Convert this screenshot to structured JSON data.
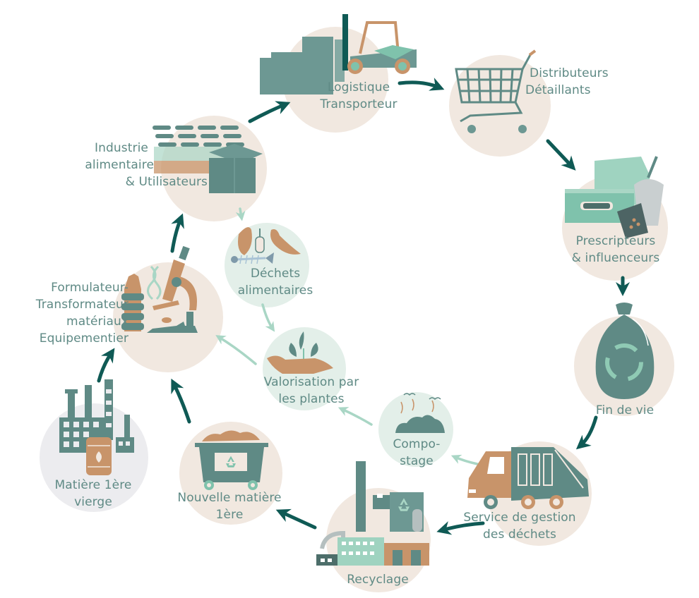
{
  "title": "Cycle de vie des emballages alimentaires",
  "colors": {
    "teal_dark": "#0f5a55",
    "teal": "#5f8a85",
    "mint": "#7fc2ac",
    "mint_light": "#a9d6c5",
    "tan": "#c8946a",
    "beige_circle": "#f1e8e0",
    "mint_circle": "#e3efe9",
    "grey_circle": "#ececef",
    "text": "#5f8a85"
  },
  "nodes": [
    {
      "id": "logistique",
      "icon": "forklift-boxes-icon",
      "lines": [
        "Logistique",
        "Transporteur"
      ]
    },
    {
      "id": "distributeurs",
      "icon": "shopping-cart-icon",
      "lines": [
        "Distributeurs",
        "Détaillants"
      ]
    },
    {
      "id": "prescripteurs",
      "icon": "food-packaging-icon",
      "lines": [
        "Prescripteurs",
        "& influenceurs"
      ]
    },
    {
      "id": "fin-de-vie",
      "icon": "recycling-bag-icon",
      "lines": [
        "Fin de vie"
      ]
    },
    {
      "id": "service-dechets",
      "icon": "garbage-truck-icon",
      "lines": [
        "Service de gestion",
        "des déchets"
      ]
    },
    {
      "id": "recyclage",
      "icon": "recycling-factory-icon",
      "lines": [
        "Recyclage"
      ]
    },
    {
      "id": "nouvelle-matiere",
      "icon": "recycling-container-icon",
      "lines": [
        "Nouvelle matière",
        "1ère"
      ]
    },
    {
      "id": "matiere-vierge",
      "icon": "factory-barrel-icon",
      "lines": [
        "Matière 1ère",
        "vierge"
      ]
    },
    {
      "id": "formulateur",
      "icon": "microscope-bottle-icon",
      "lines": [
        "Formulateur-",
        "Transformateur",
        "matériaux",
        "Equipementier"
      ]
    },
    {
      "id": "industrie",
      "icon": "jars-box-icon",
      "lines": [
        "Industrie",
        "alimentaire",
        "& Utilisateurs"
      ]
    },
    {
      "id": "dechets-alimentaires",
      "icon": "food-waste-icon",
      "lines": [
        "Déchets",
        "alimentaires"
      ]
    },
    {
      "id": "valorisation",
      "icon": "hand-plant-icon",
      "lines": [
        "Valorisation par",
        "les plantes"
      ]
    },
    {
      "id": "compostage",
      "icon": "compost-heap-icon",
      "lines": [
        "Compo-",
        "stage"
      ]
    }
  ],
  "flows": [
    {
      "from": "industrie",
      "to": "logistique",
      "style": "main"
    },
    {
      "from": "logistique",
      "to": "distributeurs",
      "style": "main"
    },
    {
      "from": "distributeurs",
      "to": "prescripteurs",
      "style": "main"
    },
    {
      "from": "prescripteurs",
      "to": "fin-de-vie",
      "style": "main"
    },
    {
      "from": "fin-de-vie",
      "to": "service-dechets",
      "style": "main"
    },
    {
      "from": "service-dechets",
      "to": "recyclage",
      "style": "main"
    },
    {
      "from": "recyclage",
      "to": "nouvelle-matiere",
      "style": "main"
    },
    {
      "from": "nouvelle-matiere",
      "to": "formulateur",
      "style": "main"
    },
    {
      "from": "matiere-vierge",
      "to": "formulateur",
      "style": "main"
    },
    {
      "from": "formulateur",
      "to": "industrie",
      "style": "main"
    },
    {
      "from": "industrie",
      "to": "dechets-alimentaires",
      "style": "organic"
    },
    {
      "from": "dechets-alimentaires",
      "to": "valorisation",
      "style": "organic"
    },
    {
      "from": "service-dechets",
      "to": "compostage",
      "style": "organic"
    },
    {
      "from": "compostage",
      "to": "valorisation",
      "style": "organic"
    },
    {
      "from": "valorisation",
      "to": "formulateur",
      "style": "organic"
    }
  ]
}
